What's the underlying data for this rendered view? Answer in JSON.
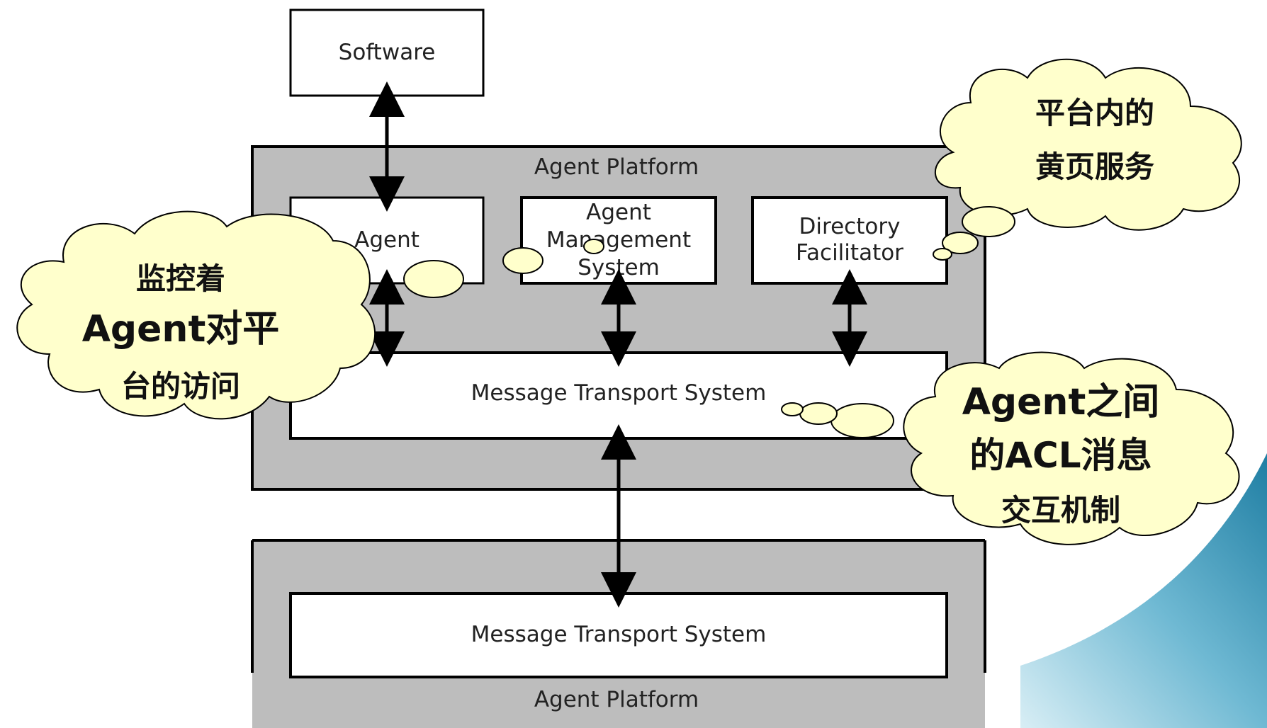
{
  "diagram": {
    "nodes": {
      "software": "Software",
      "platform_top_title": "Agent Platform",
      "agent": "Agent",
      "ams_line1": "Agent",
      "ams_line2": "Management",
      "ams_line3": "System",
      "df_line1": "Directory",
      "df_line2": "Facilitator",
      "mts_top": "Message Transport System",
      "mts_bottom": "Message Transport System",
      "platform_bottom_title": "Agent Platform"
    },
    "callouts": {
      "yellow_pages_line1": "平台内的",
      "yellow_pages_line2": "黄页服务",
      "monitor_line1": "监控着",
      "monitor_line2": "Agent对平",
      "monitor_line3": "台的访问",
      "acl_line1": "Agent之间",
      "acl_line2": "的ACL消息",
      "acl_line3": "交互机制"
    },
    "colors": {
      "platform_fill": "#bdbdbd",
      "box_fill": "#ffffff",
      "cloud_fill": "#ffffcc",
      "outline": "#000000",
      "decor_teal": "#2f8fb0"
    }
  }
}
